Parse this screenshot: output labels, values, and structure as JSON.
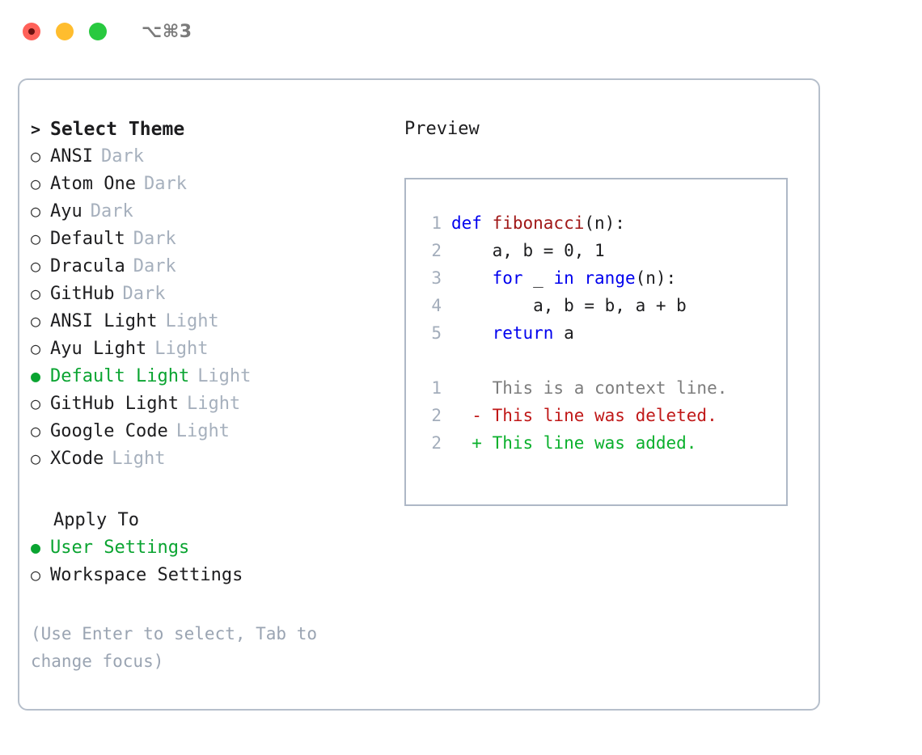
{
  "titlebar": {
    "shortcut": "⌥⌘3",
    "buttons": [
      {
        "name": "close",
        "color": "#ff6159"
      },
      {
        "name": "minimize",
        "color": "#ffbd2e"
      },
      {
        "name": "zoom",
        "color": "#28c93f"
      }
    ]
  },
  "theme_picker": {
    "header": {
      "prompt": ">",
      "title": "Select Theme"
    },
    "bullet_selected": "●",
    "bullet_unselected": "○",
    "items": [
      {
        "label": "ANSI",
        "tag": "Dark",
        "selected": false
      },
      {
        "label": "Atom One",
        "tag": "Dark",
        "selected": false
      },
      {
        "label": "Ayu",
        "tag": "Dark",
        "selected": false
      },
      {
        "label": "Default",
        "tag": "Dark",
        "selected": false
      },
      {
        "label": "Dracula",
        "tag": "Dark",
        "selected": false
      },
      {
        "label": "GitHub",
        "tag": "Dark",
        "selected": false
      },
      {
        "label": "ANSI Light",
        "tag": "Light",
        "selected": false
      },
      {
        "label": "Ayu Light",
        "tag": "Light",
        "selected": false
      },
      {
        "label": "Default Light",
        "tag": "Light",
        "selected": true
      },
      {
        "label": "GitHub Light",
        "tag": "Light",
        "selected": false
      },
      {
        "label": "Google Code",
        "tag": "Light",
        "selected": false
      },
      {
        "label": "XCode",
        "tag": "Light",
        "selected": false
      }
    ]
  },
  "apply_to": {
    "title": "Apply To",
    "items": [
      {
        "label": "User Settings",
        "selected": true
      },
      {
        "label": "Workspace Settings",
        "selected": false
      }
    ]
  },
  "hint": "(Use Enter to select, Tab to change focus)",
  "preview": {
    "label": "Preview",
    "code": [
      {
        "num": "1",
        "segments": [
          {
            "text": "def ",
            "style": "kw"
          },
          {
            "text": "fibonacci",
            "style": "fn"
          },
          {
            "text": "(n):",
            "style": "plain"
          }
        ]
      },
      {
        "num": "2",
        "segments": [
          {
            "text": "    a, b = 0, 1",
            "style": "plain"
          }
        ]
      },
      {
        "num": "3",
        "segments": [
          {
            "text": "    for ",
            "style": "kw"
          },
          {
            "text": "_ ",
            "style": "plain"
          },
          {
            "text": "in ",
            "style": "kw"
          },
          {
            "text": "range",
            "style": "kw"
          },
          {
            "text": "(n):",
            "style": "plain"
          }
        ]
      },
      {
        "num": "4",
        "segments": [
          {
            "text": "        a, b = b, a + b",
            "style": "plain"
          }
        ]
      },
      {
        "num": "5",
        "segments": [
          {
            "text": "    return ",
            "style": "kw"
          },
          {
            "text": "a",
            "style": "plain"
          }
        ]
      }
    ],
    "diff": [
      {
        "num": "1",
        "marker": "  ",
        "text": "This is a context line.",
        "style": "ctx"
      },
      {
        "num": "2",
        "marker": "- ",
        "text": "This line was deleted.",
        "style": "del"
      },
      {
        "num": "2",
        "marker": "+ ",
        "text": "This line was added.",
        "style": "add"
      }
    ]
  },
  "colors": {
    "accent_green": "#0aa431",
    "muted": "#a6b0bd",
    "keyword_blue": "#0000ee",
    "function_red": "#a01818",
    "diff_add": "#0ab02c",
    "diff_del": "#c01818",
    "border": "#b6bfcb"
  }
}
